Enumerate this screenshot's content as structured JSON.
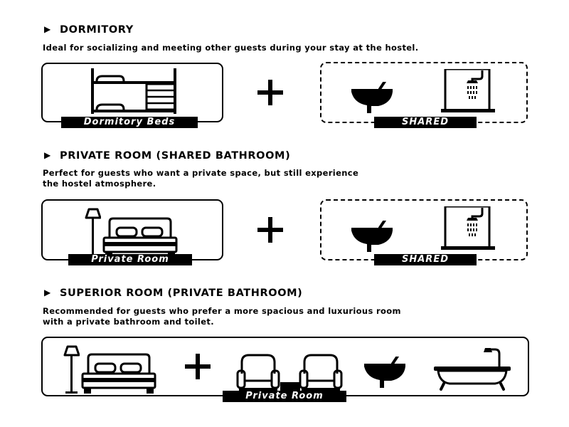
{
  "sections": [
    {
      "heading": "DORMITORY",
      "description_lines": [
        "Ideal for socializing and meeting other guests during your stay at the hostel."
      ],
      "room_label": "Dormitory Beds",
      "bathroom_label": "SHARED"
    },
    {
      "heading": "PRIVATE ROOM (SHARED BATHROOM)",
      "description_lines": [
        "Perfect for guests who want a private space, but still experience",
        "the hostel atmosphere."
      ],
      "room_label": "Private Room",
      "bathroom_label": "SHARED"
    },
    {
      "heading": "SUPERIOR ROOM (PRIVATE BATHROOM)",
      "description_lines": [
        "Recommended for guests who prefer a more spacious and luxurious room",
        "with a private bathroom and toilet."
      ],
      "room_label": "Private Room"
    }
  ],
  "icons": {
    "bullet": "▶",
    "bunk_bed": "bunk-bed-icon",
    "toilet": "toilet-icon",
    "shower": "shower-icon",
    "plus": "plus-icon",
    "floor_lamp": "floor-lamp-icon",
    "double_bed": "double-bed-icon",
    "armchairs": "armchairs-icon",
    "bathtub": "bathtub-icon"
  }
}
